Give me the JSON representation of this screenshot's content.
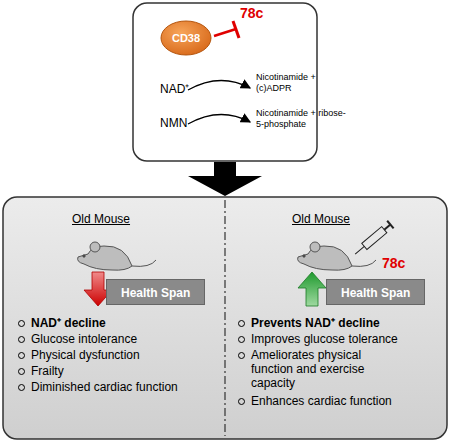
{
  "diagram": {
    "nodes": [
      {
        "text": [
          "CD38"
        ]
      },
      {
        "text": [
          "Health Span"
        ]
      },
      {
        "text": [
          "Health Span"
        ]
      }
    ],
    "labels": [
      "78c",
      "NAD⁺",
      "Nicotinamide + (c)ADPR",
      "NMN",
      "Nicotinamide + ribose-5-phosphate",
      "Old Mouse",
      "NAD⁺ decline",
      "Glucose intolerance",
      "Physical dysfunction",
      "Frailty",
      "Diminished  cardiac function",
      "Old Mouse",
      "78c",
      "Prevents NAD⁺ decline",
      "Improves glucose tolerance",
      "Ameliorates physical function and exercise capacity",
      "Enhances cardiac function"
    ]
  }
}
